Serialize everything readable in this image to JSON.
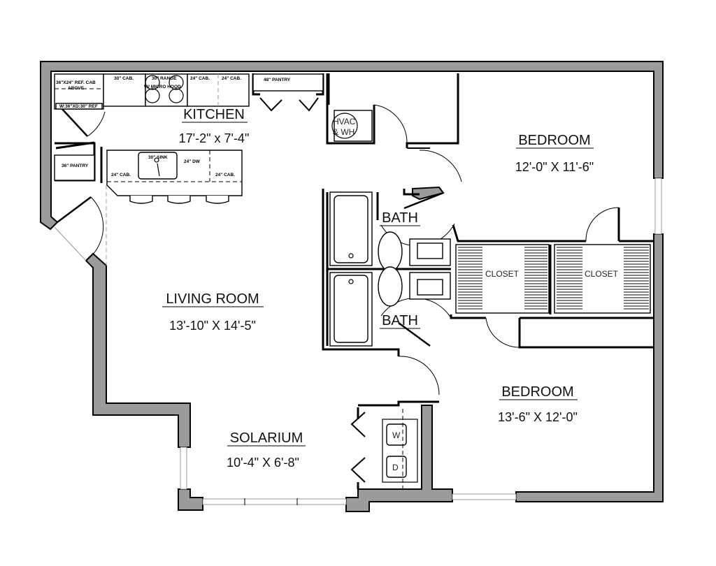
{
  "rooms": {
    "kitchen": {
      "name": "KITCHEN",
      "size": "17'-2\" x 7'-4\""
    },
    "bedroom1": {
      "name": "BEDROOM",
      "size": "12'-0\" X 11'-6\""
    },
    "living": {
      "name": "LIVING ROOM",
      "size": "13'-10\" X 14'-5\""
    },
    "bedroom2": {
      "name": "BEDROOM",
      "size": "13'-6\" X 12'-0\""
    },
    "solarium": {
      "name": "SOLARIUM",
      "size": "10'-4\" X 6'-8\""
    },
    "bath1": {
      "name": "BATH"
    },
    "bath2": {
      "name": "BATH"
    },
    "closet1": {
      "name": "CLOSET"
    },
    "closet2": {
      "name": "CLOSET"
    }
  },
  "labels": {
    "ref_cab": "36\"X24\" REF. CAB",
    "ref_cab_above": "ABOVE",
    "ref": "W:36\"XD:30\" REF",
    "cab30": "30\" CAB.",
    "range": "30\" RANGE",
    "micro": "W/ MICRO HOOD",
    "cab24a": "24\" CAB.",
    "cab24b": "24\" CAB.",
    "pantry48": "48\" PANTRY",
    "pantry36": "36\" PANTRY",
    "sink": "30\" SINK",
    "dw": "24\" DW",
    "cab24c": "24\" CAB.",
    "cab24d": "24\" CAB.",
    "hvac1": "HVAC",
    "hvac2": "& WH",
    "washer": "W",
    "dryer": "D"
  },
  "colors": {
    "wall": "#9b9b9b",
    "line": "#000000"
  }
}
